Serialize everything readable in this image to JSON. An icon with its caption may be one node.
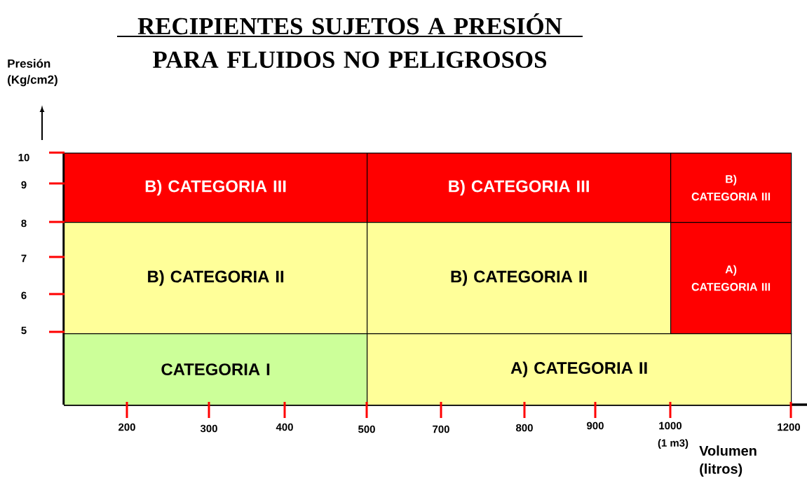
{
  "diagram": {
    "title": "RECIPIENTES SUJETOS A PRESIÓN PARA FLUIDOS NO PELIGROSOS",
    "nodes": [
      {
        "text": [
          "B) CATEGORIA III"
        ]
      },
      {
        "text": [
          "B) CATEGORIA III"
        ]
      },
      {
        "text": [
          "B) CATEGORIA III"
        ]
      },
      {
        "text": [
          "B) CATEGORIA II"
        ]
      },
      {
        "text": [
          "B) CATEGORIA II"
        ]
      },
      {
        "text": [
          "A) CATEGORIA III"
        ]
      },
      {
        "text": [
          "CATEGORIA I"
        ]
      },
      {
        "text": [
          "A) CATEGORIA II"
        ]
      }
    ],
    "labels": [
      "Presión (Kg/cm2)",
      "10",
      "9",
      "8",
      "7",
      "6",
      "5",
      "200",
      "300",
      "400",
      "500",
      "700",
      "800",
      "900",
      "1000",
      "1200",
      "(1 m3)",
      "Volumen (litros)"
    ]
  }
}
